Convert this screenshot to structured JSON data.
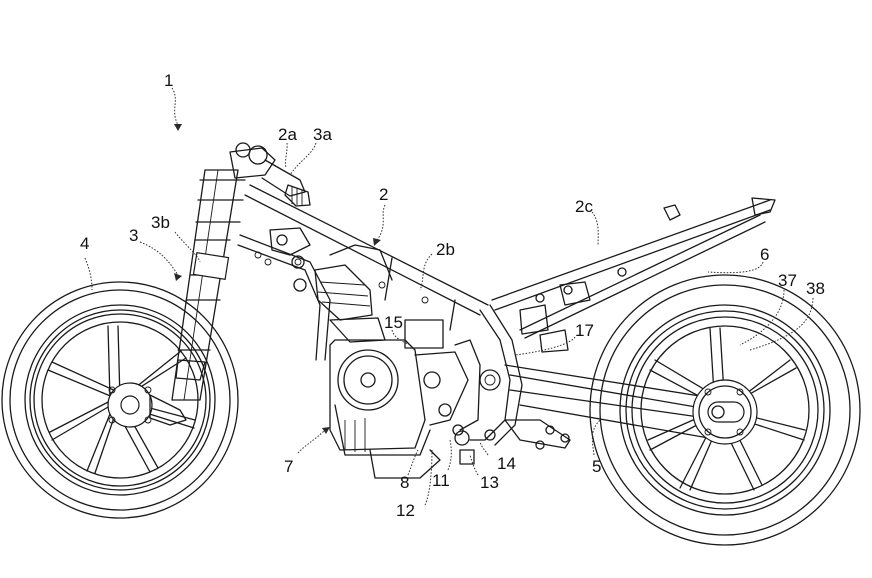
{
  "figure": {
    "type": "patent line drawing",
    "subject": "motorcycle chassis side view",
    "colors": {
      "line": "#1a1a1a",
      "background": "#ffffff"
    }
  },
  "labels": [
    {
      "id": "1",
      "text": "1",
      "part": "motorcycle"
    },
    {
      "id": "2",
      "text": "2",
      "part": "body-frame"
    },
    {
      "id": "2a",
      "text": "2a",
      "part": "head-pipe"
    },
    {
      "id": "2b",
      "text": "2b",
      "part": "main-frame"
    },
    {
      "id": "2c",
      "text": "2c",
      "part": "seat-rail"
    },
    {
      "id": "3",
      "text": "3",
      "part": "front-fork"
    },
    {
      "id": "3a",
      "text": "3a",
      "part": "steering-handle"
    },
    {
      "id": "3b",
      "text": "3b",
      "part": "steering-stem"
    },
    {
      "id": "4",
      "text": "4",
      "part": "front-wheel"
    },
    {
      "id": "5",
      "text": "5",
      "part": "swing-arm"
    },
    {
      "id": "6",
      "text": "6",
      "part": "rear-wheel"
    },
    {
      "id": "7",
      "text": "7",
      "part": "engine"
    },
    {
      "id": "8",
      "text": "8",
      "part": "crankcase"
    },
    {
      "id": "11",
      "text": "11",
      "part": "component-11"
    },
    {
      "id": "12",
      "text": "12",
      "part": "component-12"
    },
    {
      "id": "13",
      "text": "13",
      "part": "component-13"
    },
    {
      "id": "14",
      "text": "14",
      "part": "component-14"
    },
    {
      "id": "15",
      "text": "15",
      "part": "component-15"
    },
    {
      "id": "17",
      "text": "17",
      "part": "component-17"
    },
    {
      "id": "37",
      "text": "37",
      "part": "component-37"
    },
    {
      "id": "38",
      "text": "38",
      "part": "component-38"
    }
  ]
}
